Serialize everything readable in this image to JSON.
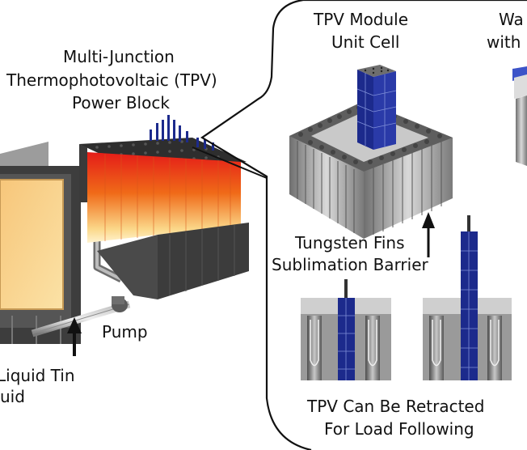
{
  "labels": {
    "power_block_1": "Multi-Junction",
    "power_block_2": "Thermophotovoltaic (TPV)",
    "power_block_3": "Power Block",
    "module_1": "TPV Module",
    "module_2": "Unit Cell",
    "partial_1": "Wa",
    "partial_2": "with",
    "fins_1": "Tungsten Fins",
    "fins_2": "Sublimation Barrier",
    "pump": "Pump",
    "tin_1": "Liquid Tin",
    "tin_2": "uid",
    "retract_1": "TPV Can Be Retracted",
    "retract_2": "For Load Following"
  },
  "colors": {
    "hot_top": "#e8201a",
    "hot_mid": "#f07a1a",
    "hot_low": "#ffe7a8",
    "tpv_blue": "#1c2a8c",
    "steel": "#8c8c8c",
    "dark": "#333333"
  }
}
